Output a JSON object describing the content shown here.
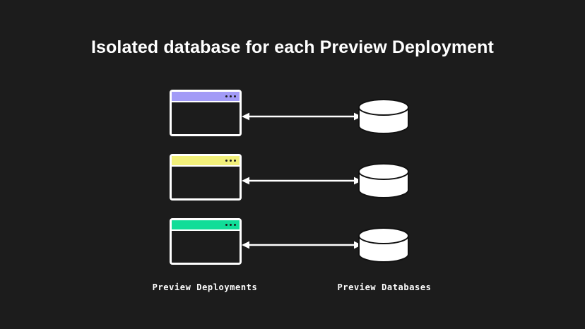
{
  "slide": {
    "title": "Isolated database for each Preview Deployment",
    "background_color": "#1c1c1c",
    "text_color": "#ffffff"
  },
  "diagram": {
    "type": "pairing",
    "left_column_caption": "Preview Deployments",
    "right_column_caption": "Preview Databases",
    "arrow_color": "#ffffff",
    "arrow_direction": "bidirectional",
    "rows": [
      {
        "deployment": {
          "titlebar_color": "#a29bf7",
          "titlebar_color_name": "lavender",
          "border_color": "#ffffff",
          "body_color": "#1c1c1c",
          "dots": 3
        },
        "database": {
          "fill_color": "#ffffff",
          "outline_color": "#111111",
          "shape": "cylinder"
        }
      },
      {
        "deployment": {
          "titlebar_color": "#f2f07a",
          "titlebar_color_name": "yellow",
          "border_color": "#ffffff",
          "body_color": "#1c1c1c",
          "dots": 3
        },
        "database": {
          "fill_color": "#ffffff",
          "outline_color": "#111111",
          "shape": "cylinder"
        }
      },
      {
        "deployment": {
          "titlebar_color": "#11dd98",
          "titlebar_color_name": "green",
          "border_color": "#ffffff",
          "body_color": "#1c1c1c",
          "dots": 3
        },
        "database": {
          "fill_color": "#ffffff",
          "outline_color": "#111111",
          "shape": "cylinder"
        }
      }
    ]
  }
}
